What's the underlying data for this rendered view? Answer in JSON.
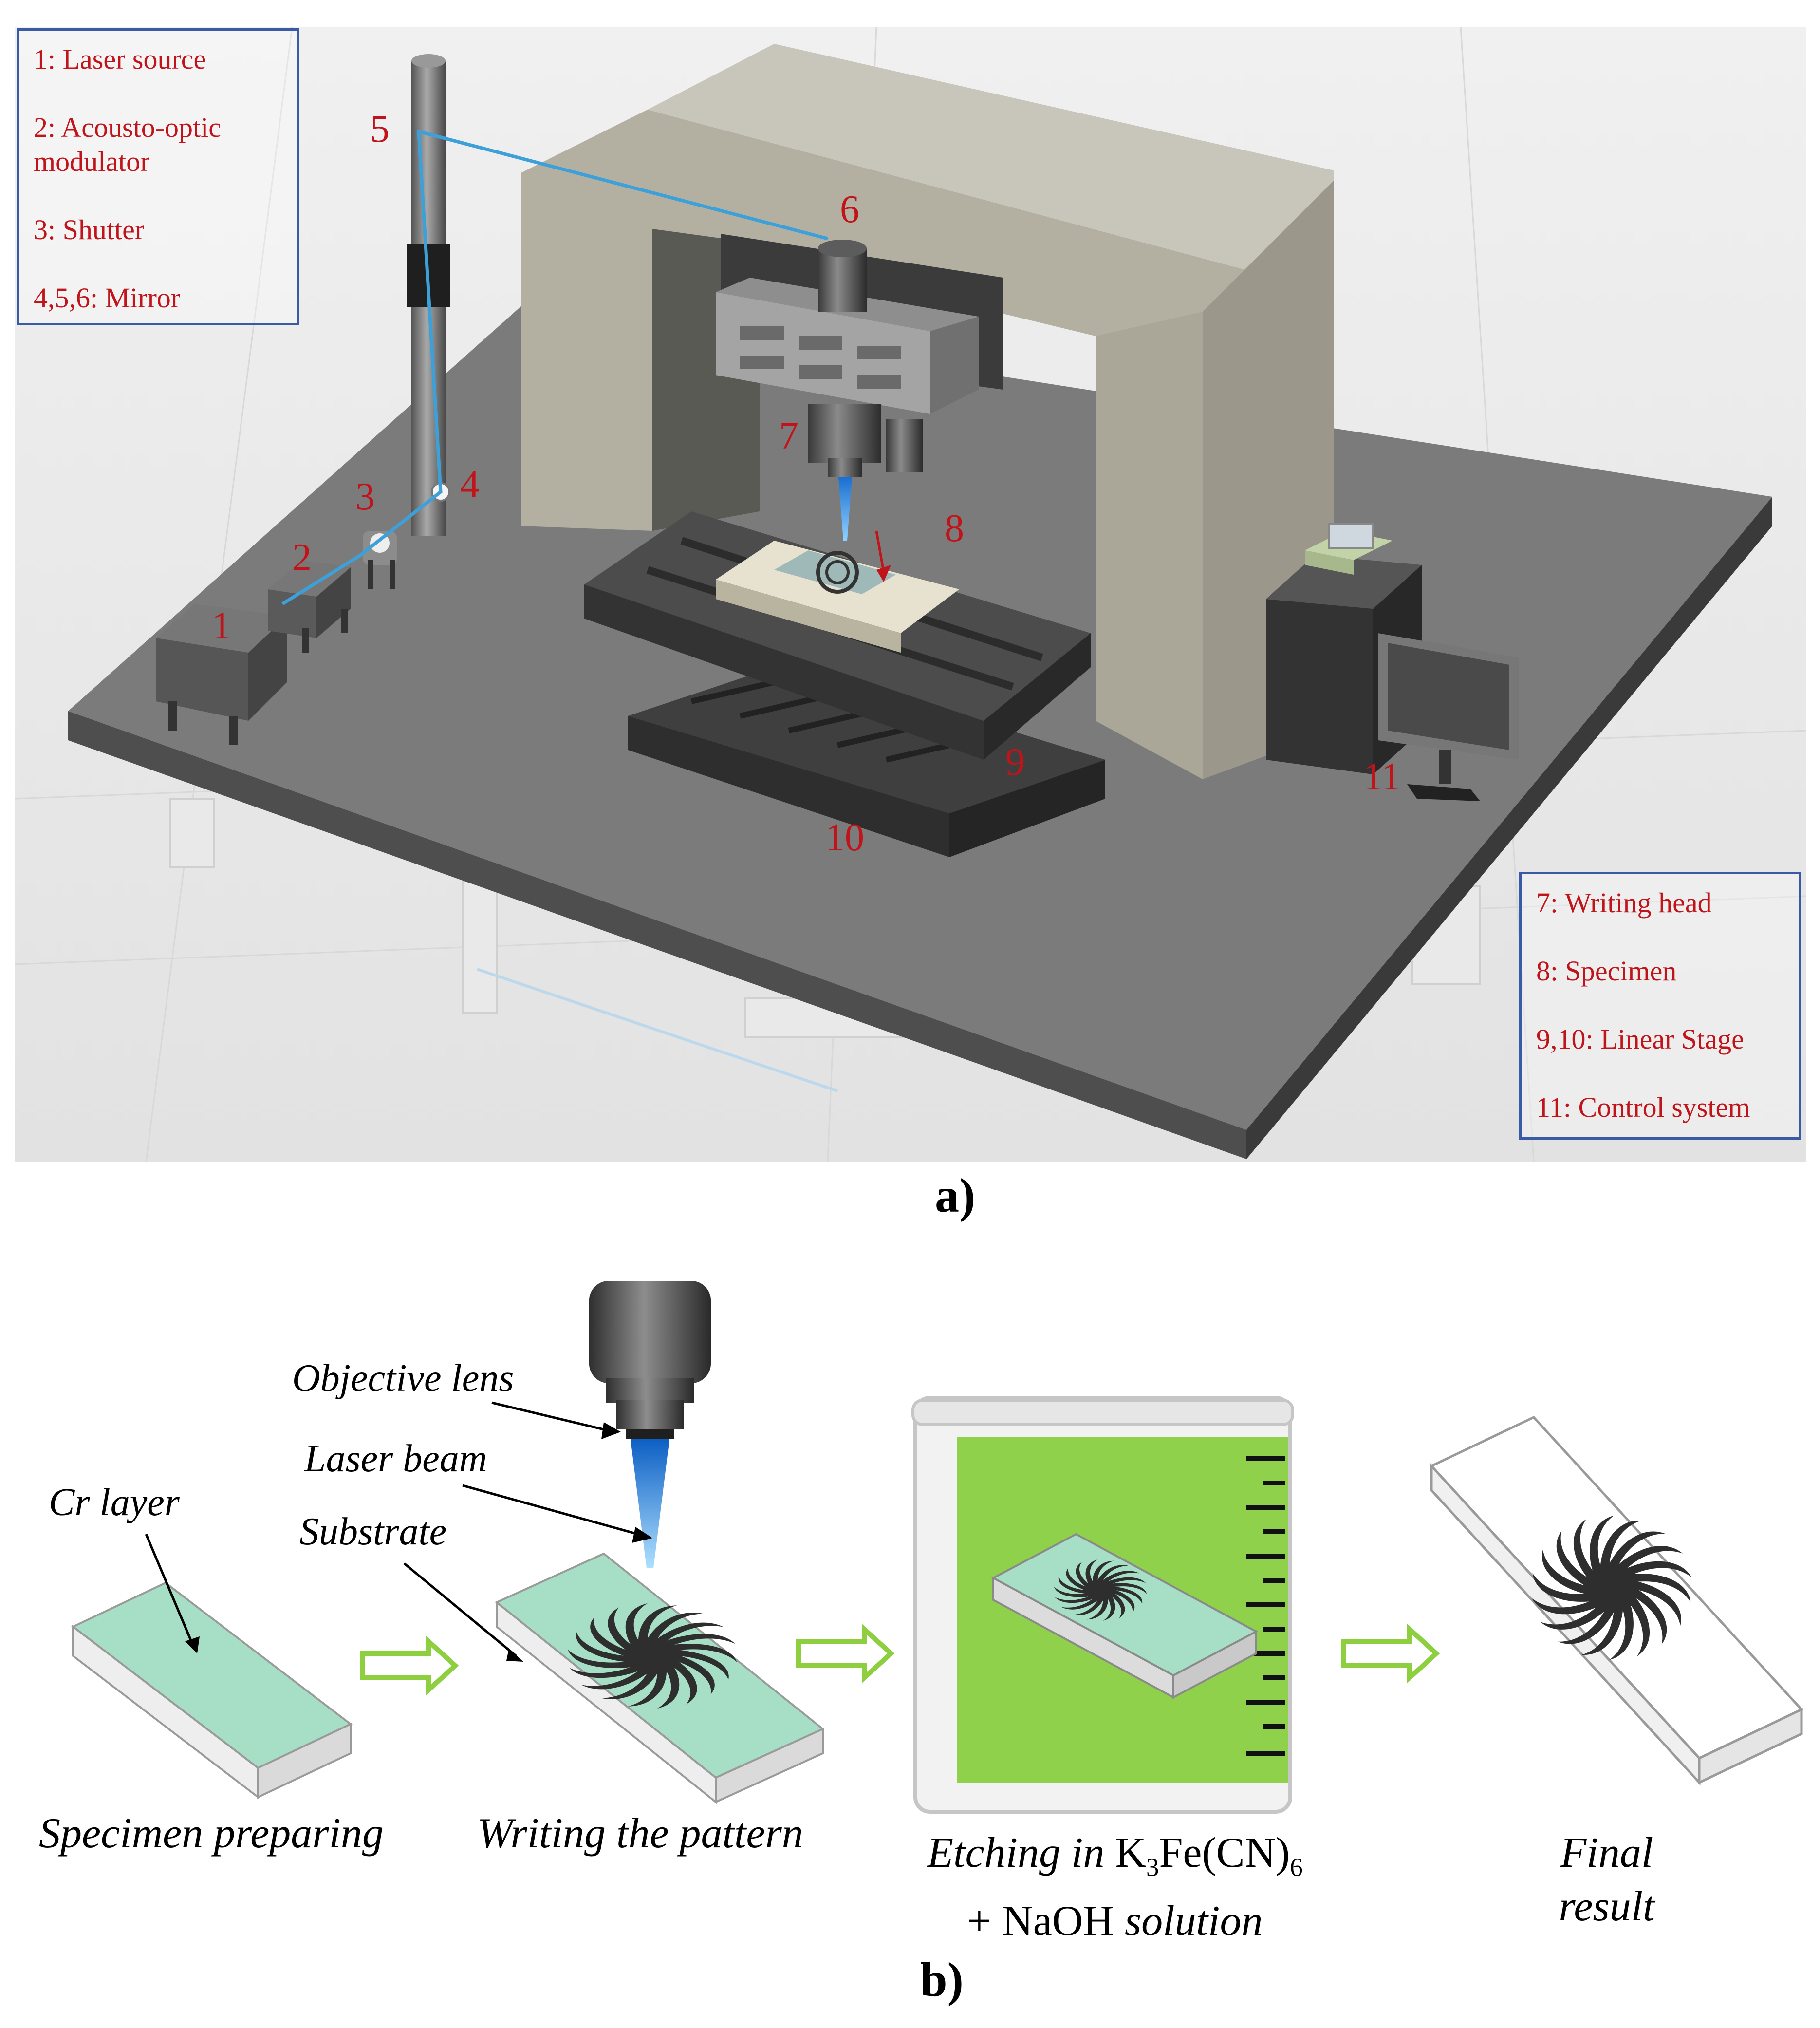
{
  "panel_a": {
    "label": "a)",
    "legend_left": [
      "1: Laser source",
      "2: Acousto-optic\n modulator",
      "3: Shutter",
      "4,5,6: Mirror"
    ],
    "legend_right": [
      "7: Writing head",
      "8: Specimen",
      "9,10: Linear Stage",
      "11: Control system"
    ],
    "numbers": {
      "n1": "1",
      "n2": "2",
      "n3": "3",
      "n4": "4",
      "n5": "5",
      "n6": "6",
      "n7": "7",
      "n8": "8",
      "n9": "9",
      "n10": "10",
      "n11": "11"
    }
  },
  "panel_b": {
    "label": "b)",
    "callouts": {
      "cr_layer": "Cr layer",
      "objective_lens": "Objective lens",
      "laser_beam": "Laser beam",
      "substrate": "Substrate"
    },
    "steps": {
      "s1": "Specimen preparing",
      "s2": "Writing the pattern",
      "s3_etching": "Etching in",
      "s3_k3fecn6": "K3Fe(CN)6",
      "s3_line2_plus": "+ NaOH",
      "s3_line2_solution": "solution",
      "s4_line1": "Final",
      "s4_line2": "result"
    }
  },
  "colors": {
    "legend_text": "#c0141a",
    "legend_border": "#3b5aa6",
    "cr_layer": "#a7dfc6",
    "etchant": "#8fd14a",
    "arrow": "#8dcf3f",
    "beam": "#1e90e0"
  }
}
